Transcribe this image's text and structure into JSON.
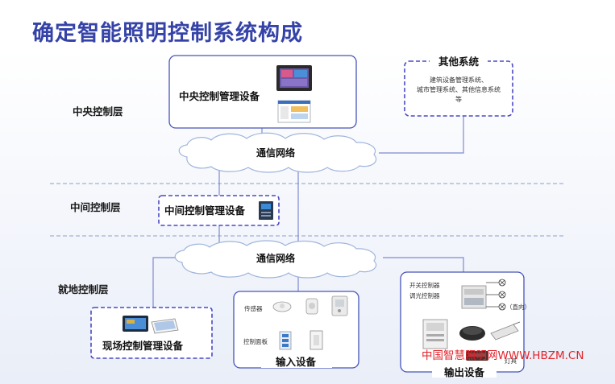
{
  "title": "确定智能照明控制系统构成",
  "layers": {
    "central": "中央控制层",
    "middle": "中间控制层",
    "local": "就地控制层"
  },
  "central_box": {
    "label": "中央控制管理设备"
  },
  "other_systems": {
    "title": "其他系统",
    "line1": "建筑设备管理系统、",
    "line2": "城市管理系统、其他信息系统",
    "line3": "等"
  },
  "network_top": "通信网络",
  "middle_box": {
    "label": "中间控制管理设备"
  },
  "network_bottom": "通信网络",
  "field_box": {
    "label": "现场控制管理设备"
  },
  "input_box": {
    "label": "输入设备",
    "sensor": "传感器",
    "panel": "控制面板"
  },
  "output_box": {
    "label": "输出设备",
    "switch_ctrl": "开关控制器",
    "dim_ctrl": "调光控制器",
    "circuit_note": "（直向）",
    "circuit_note2": "灯具"
  },
  "watermark": "中国智慧照明网WWW.HBZM.CN",
  "colors": {
    "title": "#3543a8",
    "box_border": "#4754b8",
    "dashed_border": "#4b48c4",
    "watermark": "#e2232a"
  }
}
